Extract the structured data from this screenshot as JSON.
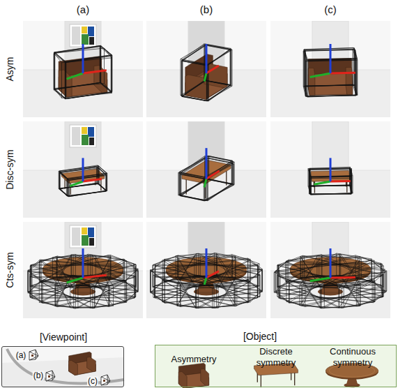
{
  "diagram": {
    "nodes": [
      {
        "text": [
          "[Viewpoint]"
        ]
      },
      {
        "text": [
          "[Object]",
          "Asymmetry",
          "Discrete symmetry",
          "Continuous symmetry"
        ]
      }
    ],
    "labels": [
      "(a)",
      "(b)",
      "(c)",
      "Asym",
      "Disc-sym",
      "Cts-sym",
      "(a)",
      "(b)",
      "(c)"
    ]
  }
}
